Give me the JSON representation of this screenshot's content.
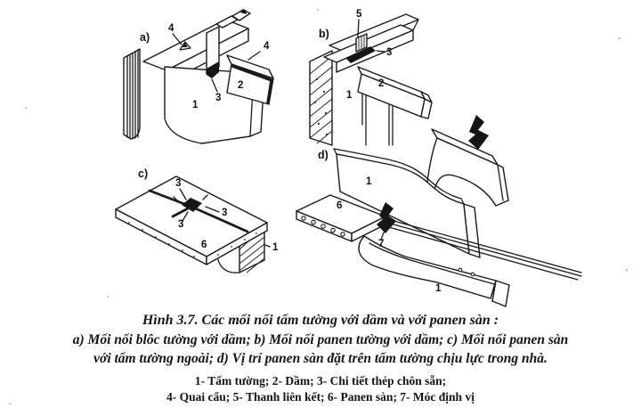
{
  "page": {
    "paper_color": "#ffffff",
    "ink_color": "#1a1a1a"
  },
  "figure": {
    "panels": {
      "a": {
        "label": "a)",
        "ann": {
          "n1": "1",
          "n2": "2",
          "n3": "3",
          "n4_left": "4",
          "n4_right": "4"
        }
      },
      "b": {
        "label": "b)",
        "ann": {
          "n1": "1",
          "n2": "2",
          "n3": "3",
          "n5": "5"
        }
      },
      "c": {
        "label": "c)",
        "ann": {
          "n1": "1",
          "n3_top": "3",
          "n3_right": "3",
          "n3_left": "3",
          "n6": "6"
        }
      },
      "d": {
        "label": "d)",
        "ann": {
          "n1_wall": "1",
          "n1_lower": "1",
          "n6": "6",
          "n7": "7"
        }
      }
    }
  },
  "caption": {
    "title_label": "Hình 3.7.",
    "title_text": "Các mối nối tấm tường với dầm và với panen sàn :",
    "line2": "a) Mối nối blôc tường với dầm; b) Mối nối panen tường với dầm; c) Mối nối panen sàn",
    "line3": "với tấm tường ngoài; d) Vị trí panen sàn đặt trên tấm tường chịu lực trong nhà.",
    "legend_line1": "1- Tấm tường; 2- Dầm; 3- Chi tiết thép chôn sẵn;",
    "legend_line2": "4- Quai cẩu; 5- Thanh liên kết; 6- Panen sàn; 7- Móc định vị"
  }
}
